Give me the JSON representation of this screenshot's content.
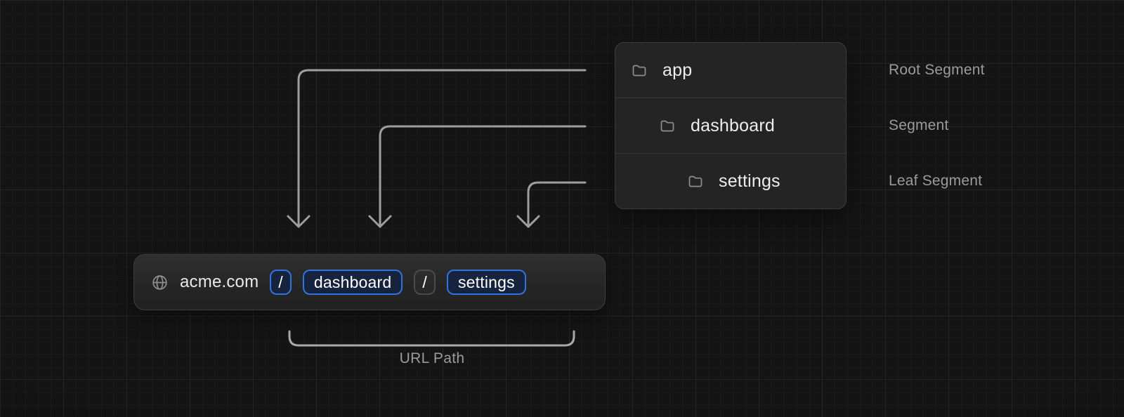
{
  "theme": {
    "accent_blue": "#3273dc",
    "chip_blue_bg": "#16233e",
    "arrow_color": "#9e9e9e",
    "bracket_color": "#ababab",
    "panel_bg": "#242424",
    "icon_color": "#8f8f8f",
    "label_color": "#9b9b9b",
    "page_bg": "#141414"
  },
  "file_tree": {
    "rows": [
      {
        "label": "app",
        "icon": "folder-icon",
        "level": 0,
        "annotation": "Root Segment"
      },
      {
        "label": "dashboard",
        "icon": "folder-icon",
        "level": 1,
        "annotation": "Segment"
      },
      {
        "label": "settings",
        "icon": "folder-icon",
        "level": 2,
        "annotation": "Leaf Segment"
      }
    ]
  },
  "url_bar": {
    "icon": "globe-icon",
    "domain": "acme.com",
    "segments": [
      {
        "text": "/",
        "style": "highlighted"
      },
      {
        "text": "dashboard",
        "style": "highlighted"
      },
      {
        "text": "/",
        "style": "muted"
      },
      {
        "text": "settings",
        "style": "highlighted"
      }
    ]
  },
  "bracket": {
    "label": "URL Path"
  }
}
